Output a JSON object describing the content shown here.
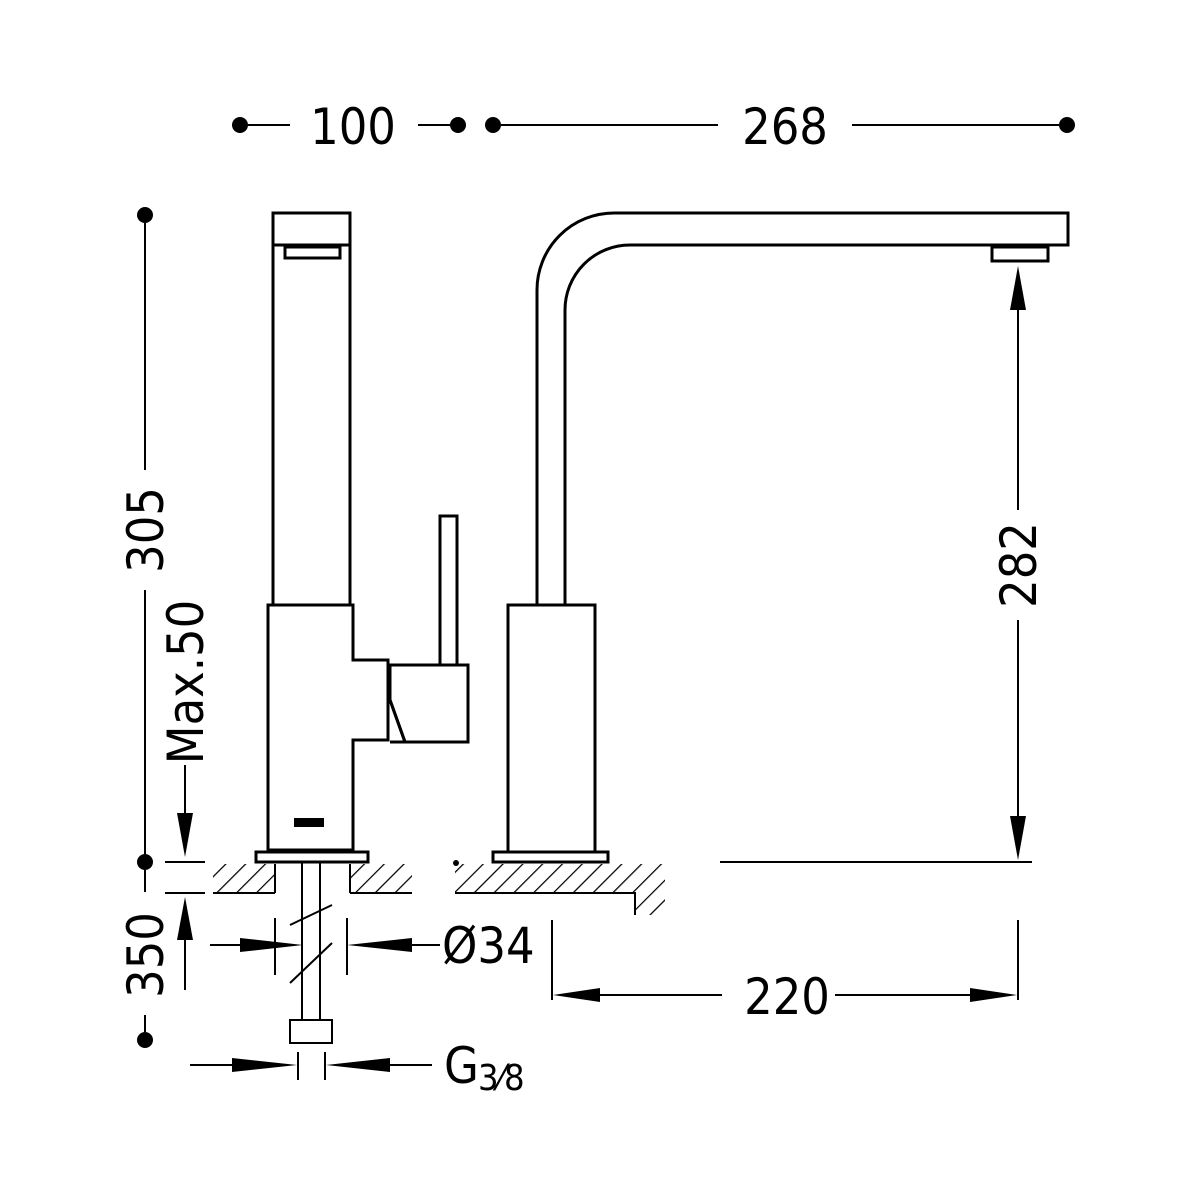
{
  "drawing": {
    "dimensions": {
      "base_depth": "100",
      "spout_reach": "268",
      "total_height": "305",
      "max_counter_thickness": "Max.50",
      "hose_length": "350",
      "hole_diameter": "Ø34",
      "connection_thread": "G",
      "thread_fraction": "3⁄8",
      "spout_height": "282",
      "base_to_outlet": "220"
    },
    "colors": {
      "ink": "#000000",
      "background": "#ffffff"
    }
  }
}
